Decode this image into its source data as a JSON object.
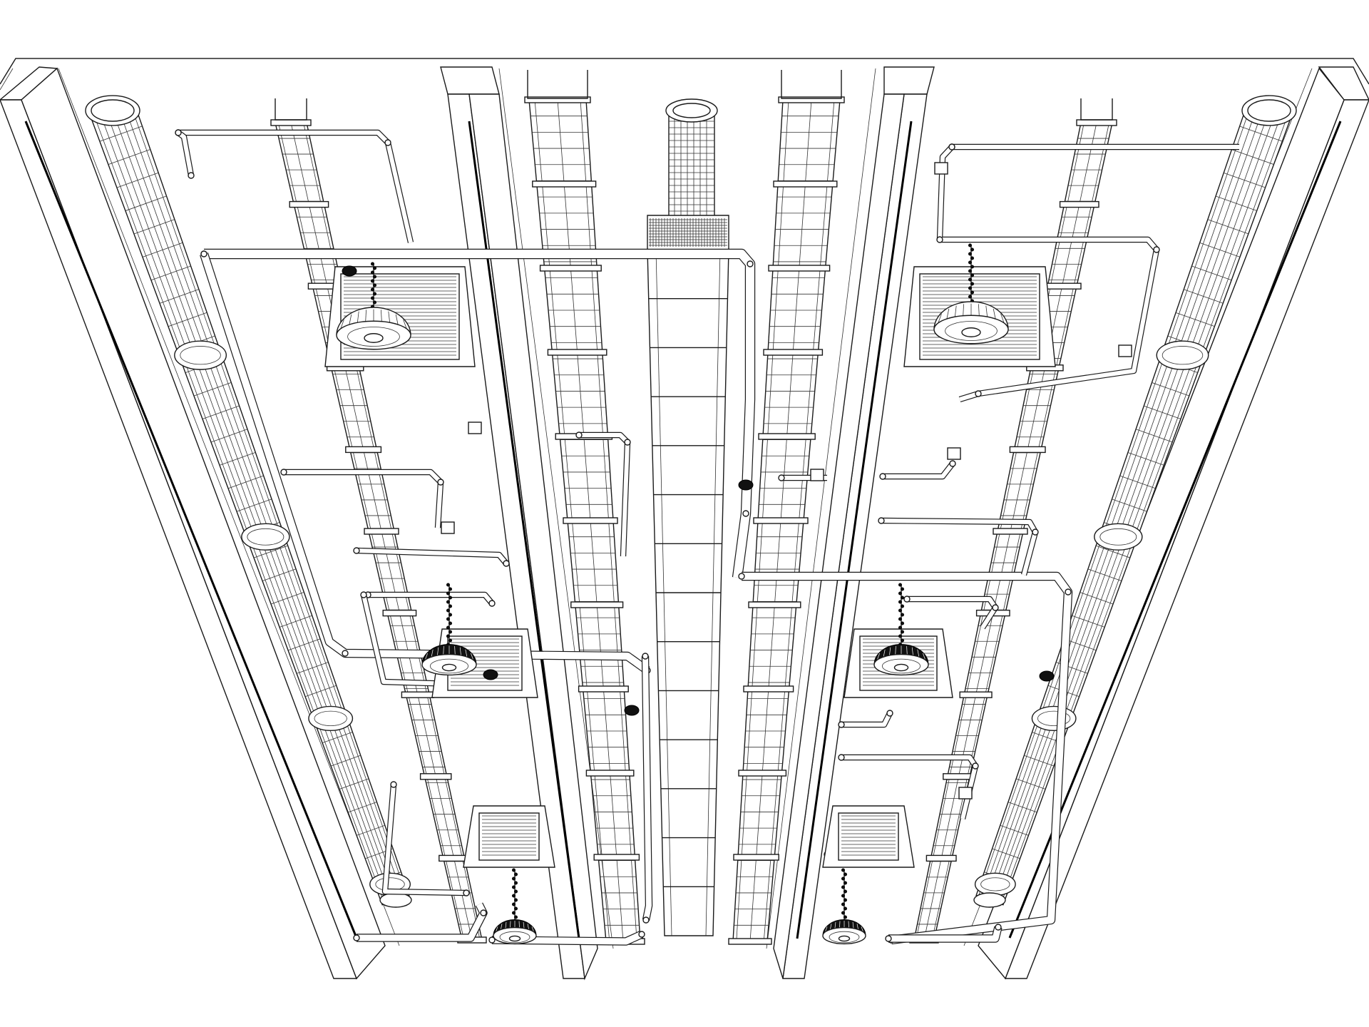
{
  "colors": {
    "background": "#ffffff",
    "line": "#1a1a1a",
    "dark": "#111111"
  },
  "scene": {
    "beams": [
      "beam-left-outer",
      "beam-left-inner",
      "beam-right-inner",
      "beam-right-outer"
    ],
    "large_ducts": [
      "duct-left",
      "duct-center",
      "duct-right"
    ],
    "cable_trays": [
      "tray-left",
      "tray-center-left",
      "tray-center-right",
      "tray-right"
    ],
    "lamps": [
      "lamp-1",
      "lamp-2",
      "lamp-3",
      "lamp-4",
      "lamp-5",
      "lamp-6"
    ],
    "vents": [
      "vent-1",
      "vent-2",
      "vent-3",
      "vent-4",
      "vent-5",
      "vent-6"
    ]
  }
}
